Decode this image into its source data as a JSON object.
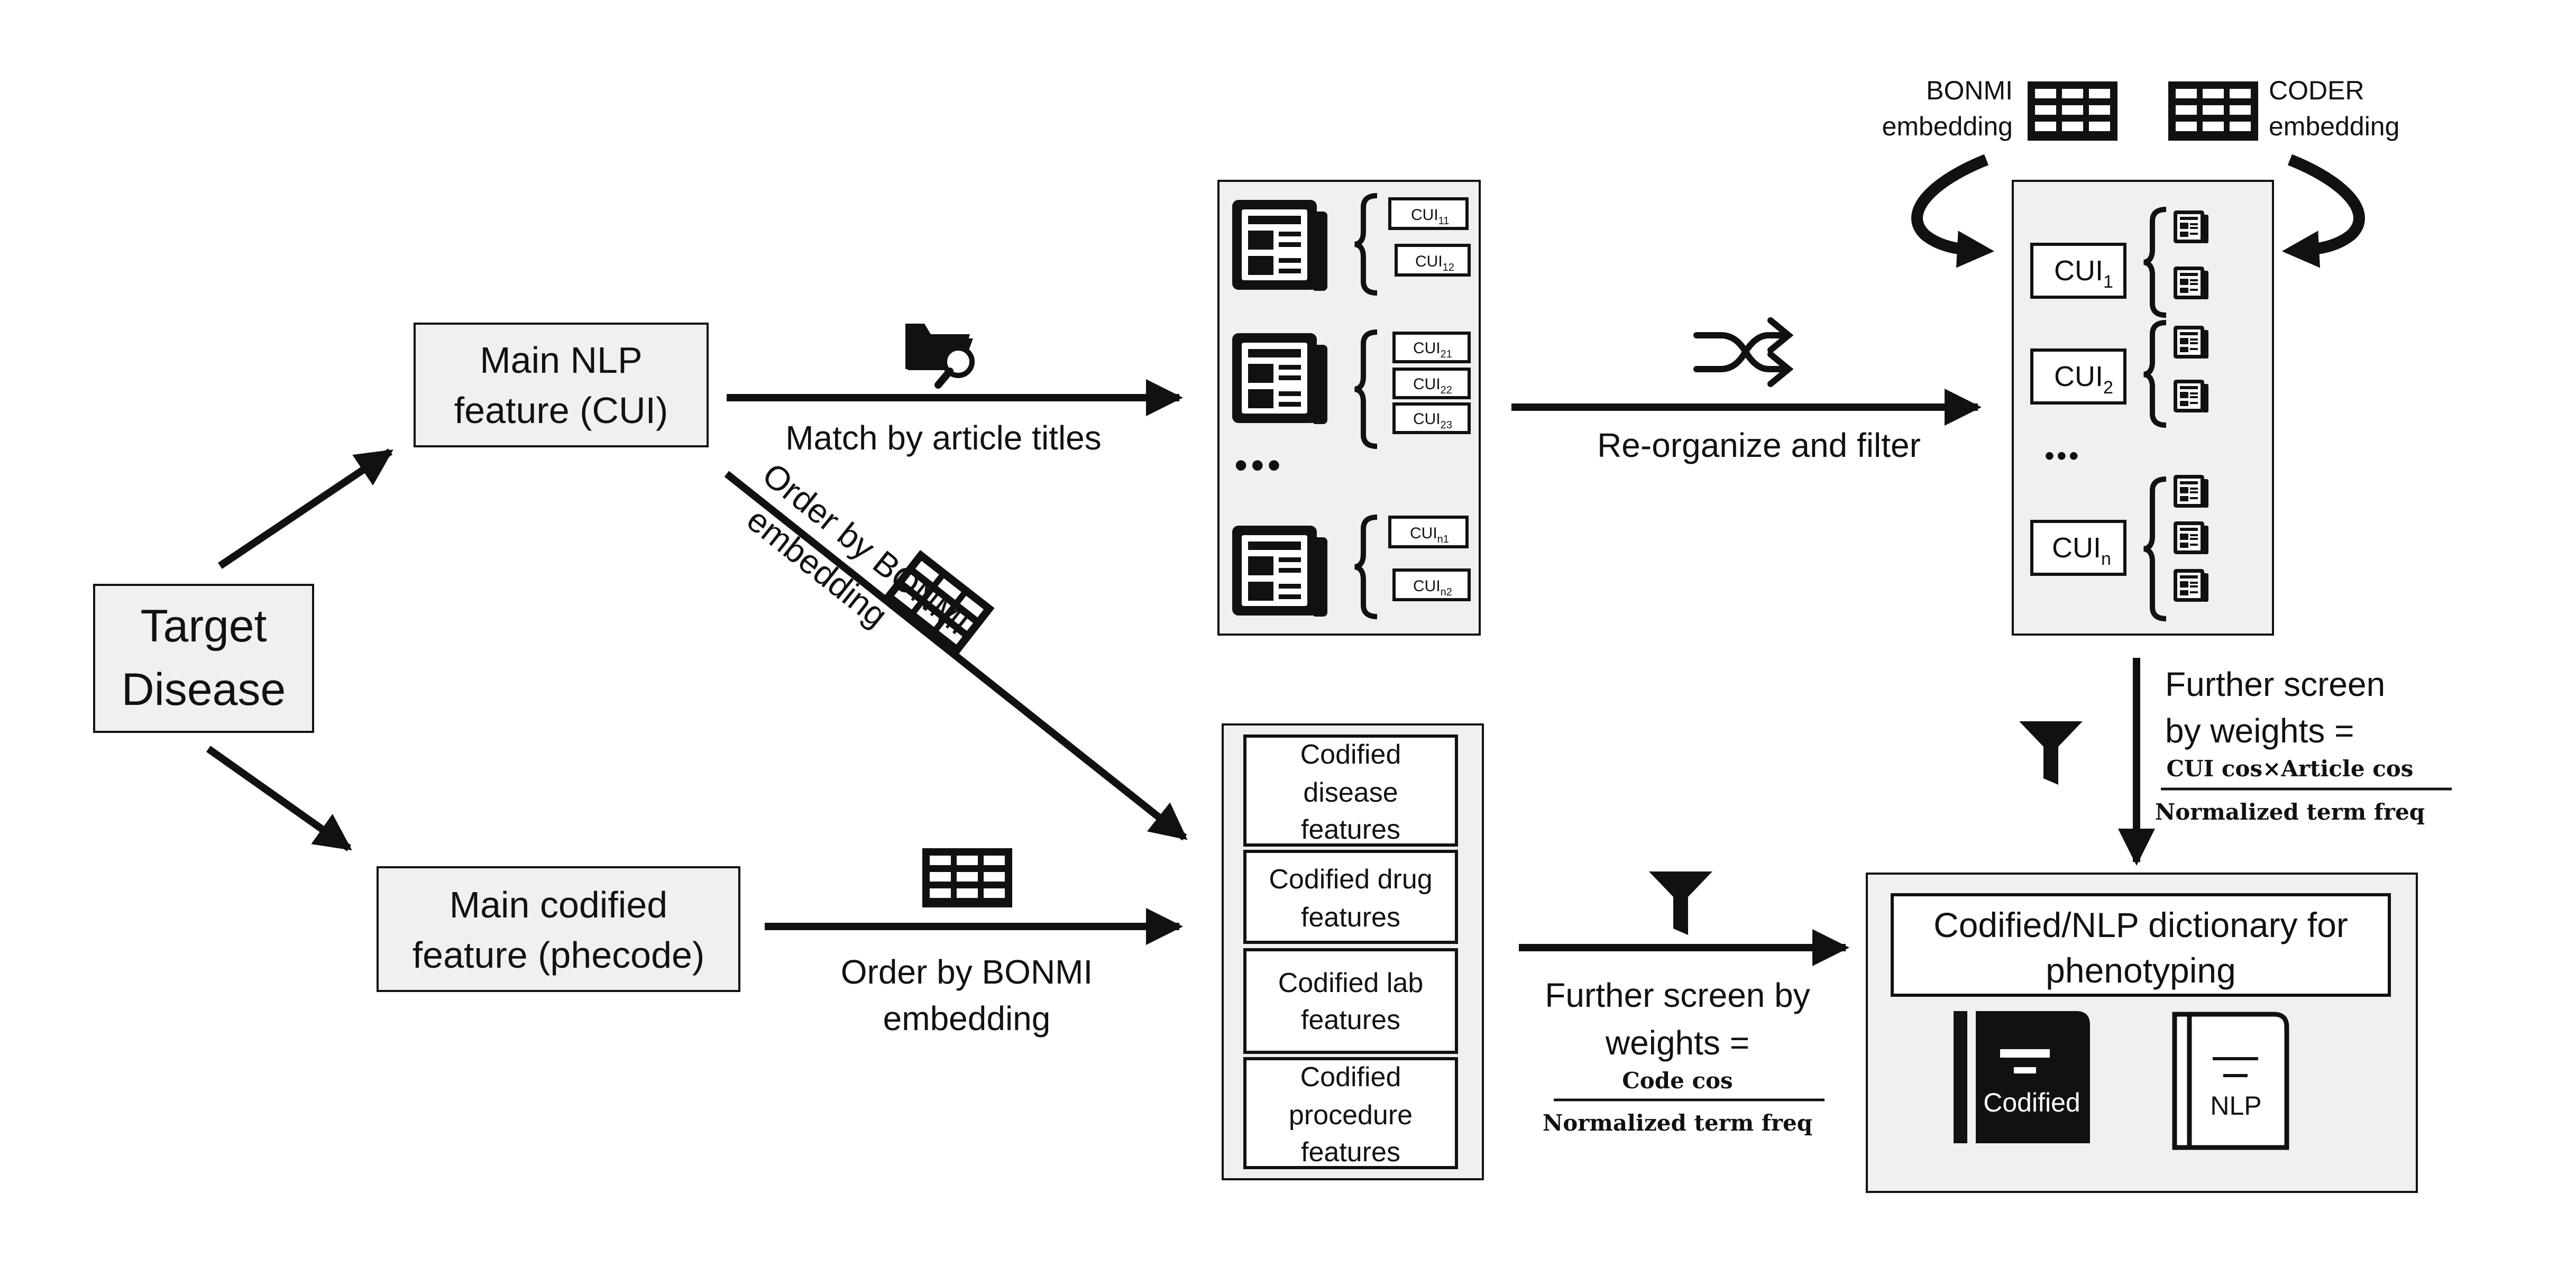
{
  "nodes": {
    "target_disease": [
      "Target",
      "Disease"
    ],
    "main_nlp": [
      "Main NLP",
      "feature (CUI)"
    ],
    "main_codified": [
      "Main codified",
      "feature (phecode)"
    ],
    "codified_features": [
      [
        "Codified",
        "disease",
        "features"
      ],
      [
        "Codified drug",
        "features"
      ],
      [
        "Codified lab",
        "features"
      ],
      [
        "Codified",
        "procedure",
        "features"
      ]
    ],
    "dictionary_title": [
      "Codified/NLP dictionary for",
      "phenotyping"
    ],
    "book_codified": "Codified",
    "book_nlp": "NLP"
  },
  "edges": {
    "match_titles": "Match by article titles",
    "order_bonmi_diag": [
      "Order by BONMI",
      "embedding"
    ],
    "order_bonmi": [
      "Order by BONMI",
      "embedding"
    ],
    "reorganize": "Re-organize and filter",
    "further_screen_top": {
      "text": [
        "Further screen",
        "by weights ="
      ],
      "numerator": "CUI cos×Article cos",
      "denominator": "Normalized term freq"
    },
    "further_screen_bottom": {
      "text": [
        "Further screen by",
        "weights ="
      ],
      "numerator": "Code cos",
      "denominator": "Normalized term freq"
    }
  },
  "articles_panel": {
    "groups": [
      {
        "labels": [
          [
            "CUI",
            "11"
          ],
          [
            "CUI",
            "12"
          ]
        ]
      },
      {
        "labels": [
          [
            "CUI",
            "21"
          ],
          [
            "CUI",
            "22"
          ],
          [
            "CUI",
            "23"
          ]
        ]
      },
      {
        "labels": [
          [
            "CUI",
            "n1"
          ],
          [
            "CUI",
            "n2"
          ]
        ]
      }
    ],
    "ellipsis": "•••"
  },
  "cui_panel": {
    "items": [
      {
        "base": "CUI",
        "sub": "1"
      },
      {
        "base": "CUI",
        "sub": "2"
      },
      {
        "base": "CUI",
        "sub": "n"
      }
    ],
    "ellipsis": "•••"
  },
  "embeddings": {
    "bonmi": [
      "BONMI",
      "embedding"
    ],
    "coder": [
      "CODER",
      "embedding"
    ]
  },
  "icons": [
    "folder-search-icon",
    "shuffle-icon",
    "grid-table-icon",
    "filter-funnel-icon",
    "newspaper-icon",
    "document-icon",
    "book-icon"
  ]
}
